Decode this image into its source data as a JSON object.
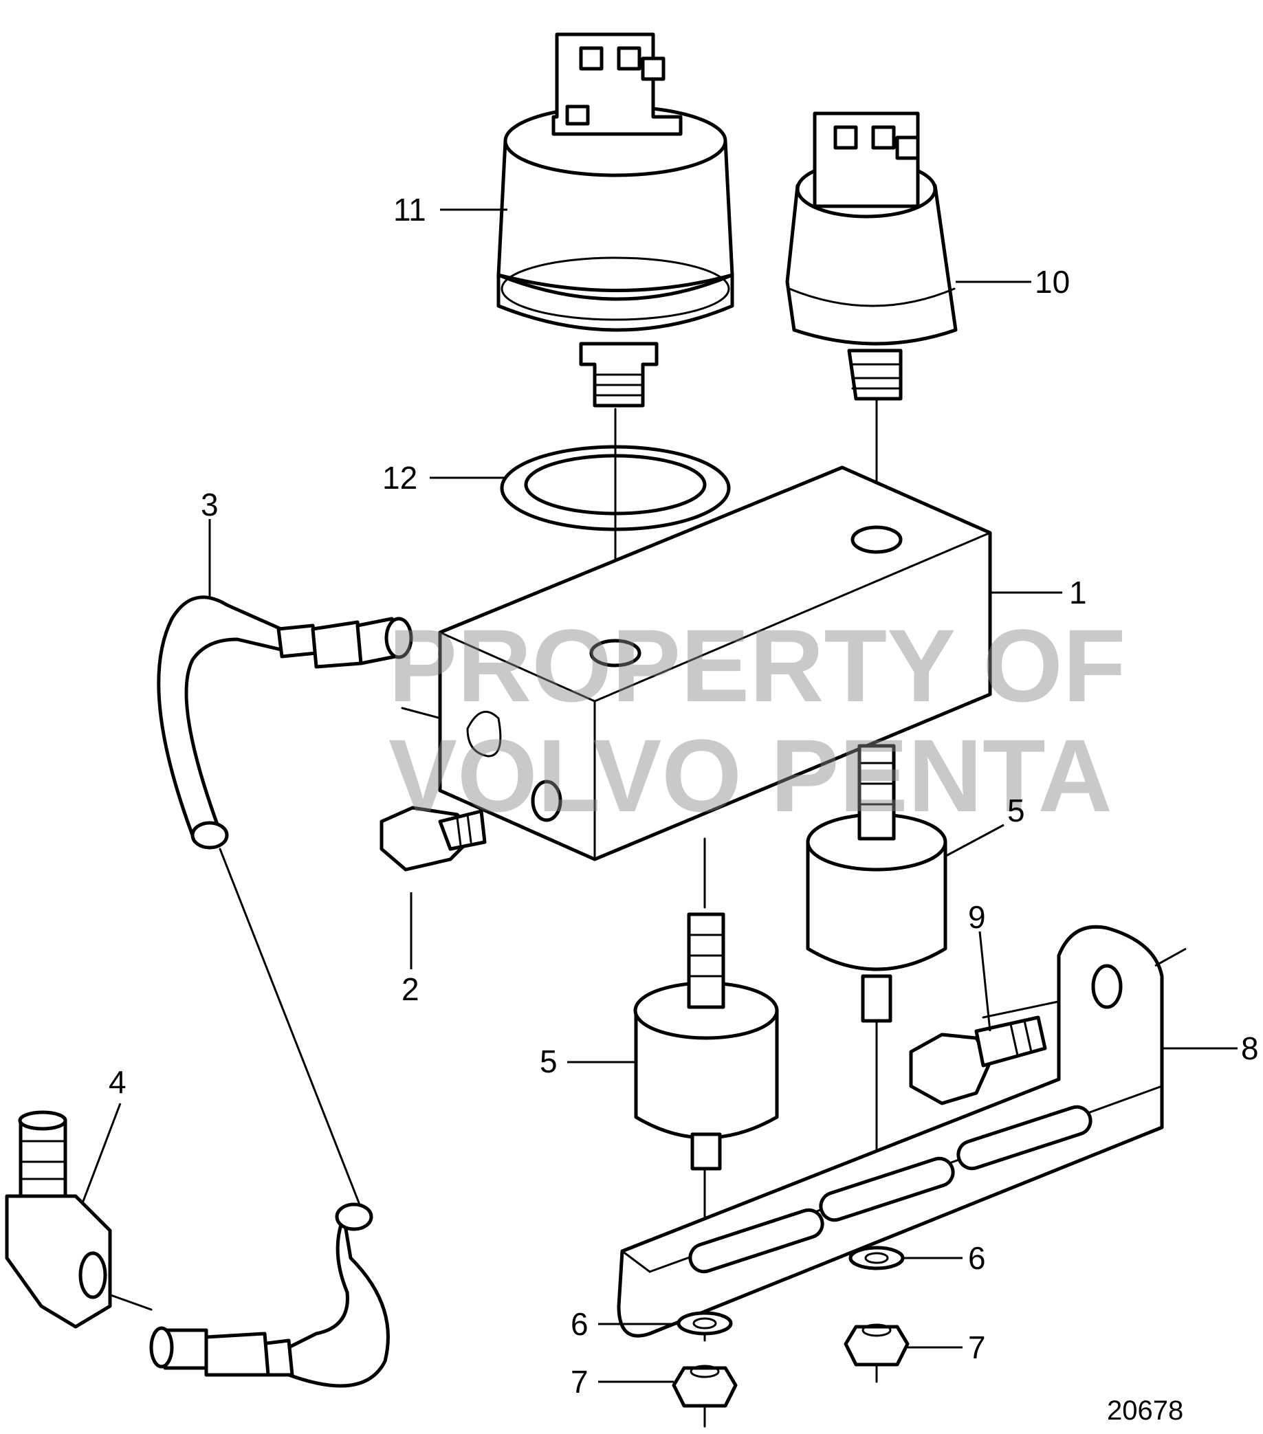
{
  "callouts": [
    {
      "id": "1",
      "text": "1"
    },
    {
      "id": "2",
      "text": "2"
    },
    {
      "id": "3",
      "text": "3"
    },
    {
      "id": "4",
      "text": "4"
    },
    {
      "id": "5a",
      "text": "5"
    },
    {
      "id": "5b",
      "text": "5"
    },
    {
      "id": "6a",
      "text": "6"
    },
    {
      "id": "6b",
      "text": "6"
    },
    {
      "id": "7a",
      "text": "7"
    },
    {
      "id": "7b",
      "text": "7"
    },
    {
      "id": "8",
      "text": "8"
    },
    {
      "id": "9",
      "text": "9"
    },
    {
      "id": "10",
      "text": "10"
    },
    {
      "id": "11",
      "text": "11"
    },
    {
      "id": "12",
      "text": "12"
    }
  ],
  "watermark": {
    "line1": "PROPERTY OF",
    "line2": "VOLVO PENTA"
  },
  "figure_number": "20678",
  "colors": {
    "line": "#000000",
    "background": "#ffffff",
    "watermark": "#8a8a8a"
  }
}
